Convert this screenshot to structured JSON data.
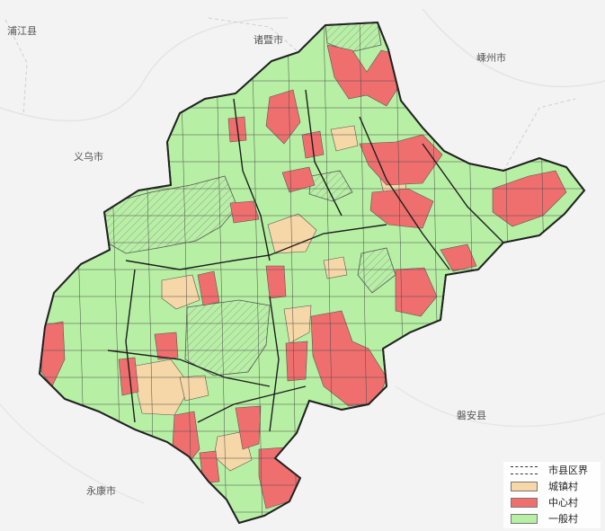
{
  "map": {
    "place_labels": {
      "pujiang": "浦江县",
      "zhuji": "诸暨市",
      "shengzhou": "嵊州市",
      "yiwu": "义乌市",
      "pan_an": "磐安县",
      "yongkang": "永康市"
    },
    "legend": {
      "items": [
        {
          "label": "市县区界",
          "style": "dashed-boundary"
        },
        {
          "label": "城镇村",
          "color": "#f6d7a7"
        },
        {
          "label": "中心村",
          "color": "#ef6f6f"
        },
        {
          "label": "一般村",
          "color": "#b7f0a4"
        }
      ]
    }
  }
}
